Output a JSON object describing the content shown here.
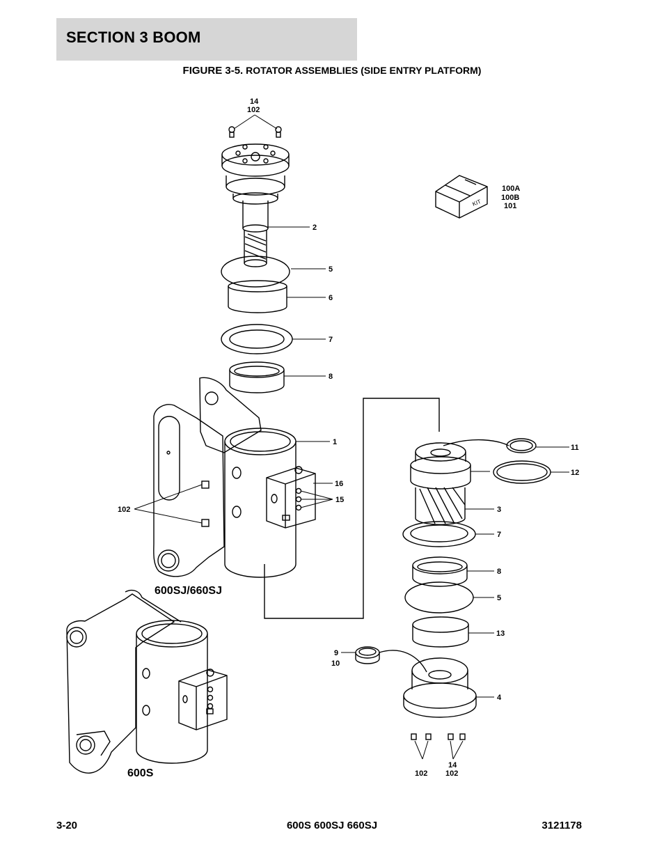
{
  "header": {
    "section_title": "SECTION 3   BOOM"
  },
  "figure": {
    "title_lead": "FIGURE 3-5.",
    "title_rest": " ROTATOR ASSEMBLIES (SIDE ENTRY PLATFORM)"
  },
  "kit_label": "KIT",
  "callouts": {
    "top_14": "14",
    "top_102": "102",
    "kit_100a": "100A",
    "kit_100b": "100B",
    "kit_101": "101",
    "c2": "2",
    "c5a": "5",
    "c6": "6",
    "c7a": "7",
    "c8a": "8",
    "c1": "1",
    "c16": "16",
    "c15": "15",
    "c102_left": "102",
    "c11": "11",
    "c12": "12",
    "c3": "3",
    "c7b": "7",
    "c8b": "8",
    "c5b": "5",
    "c13": "13",
    "c9": "9",
    "c10": "10",
    "c4": "4",
    "bottom_14": "14",
    "bottom_102a": "102",
    "bottom_102b": "102"
  },
  "models": {
    "upper": "600SJ/660SJ",
    "lower": "600S"
  },
  "footer": {
    "page_number": "3-20",
    "models": "600S 600SJ 660SJ",
    "doc_number": "3121178"
  }
}
